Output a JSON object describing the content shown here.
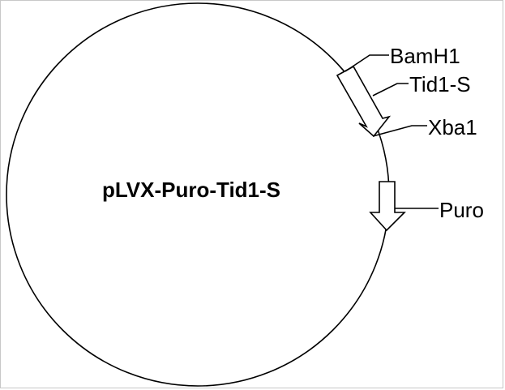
{
  "plasmid": {
    "name": "pLVX-Puro-Tid1-S"
  },
  "features": {
    "bamh1": "BamH1",
    "tid1s": "Tid1-S",
    "xba1": "Xba1",
    "puro": "Puro"
  },
  "colors": {
    "stroke": "#000000",
    "background": "#ffffff",
    "frame": "#c8c8c8"
  }
}
